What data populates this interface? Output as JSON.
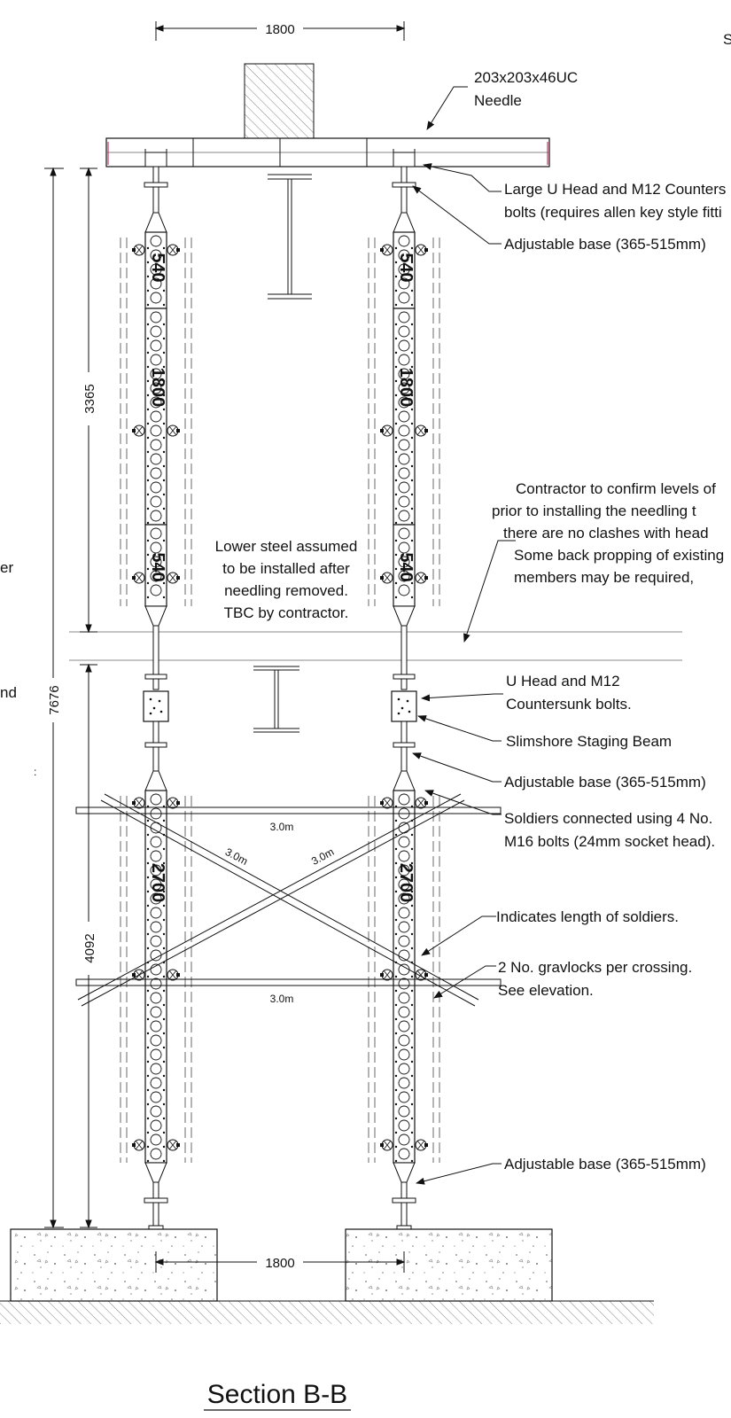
{
  "title": "Section B-B",
  "dimensions": {
    "top_span": "1800",
    "bottom_span": "1800",
    "overall_height": "7676",
    "upper_height": "3365",
    "lower_height": "4092"
  },
  "callouts": {
    "needle": [
      "203x203x46UC",
      "Needle"
    ],
    "large_u_head": [
      "Large U Head and M12 Counters",
      "bolts (requires allen key style fitti"
    ],
    "adjustable_base_top": "Adjustable base (365-515mm)",
    "contractor_note": [
      "Contractor to confirm levels of",
      "prior to installing the needling t",
      "there are no clashes with head",
      "Some back propping of existing",
      "members may be required,"
    ],
    "lower_steel_note": [
      "Lower steel assumed",
      "to be installed after",
      "needling removed.",
      "TBC by contractor."
    ],
    "u_head": [
      "U Head and M12",
      "Countersunk bolts."
    ],
    "staging_beam": "Slimshore Staging Beam",
    "adjustable_base_mid": "Adjustable base (365-515mm)",
    "soldiers_connected": [
      "Soldiers connected using 4 No.",
      "M16 bolts (24mm socket head)."
    ],
    "length_of_soldiers": "Indicates length of soldiers.",
    "gravlocks": [
      "2 No. gravlocks per crossing.",
      "See elevation."
    ],
    "adjustable_base_bottom": "Adjustable base (365-515mm)"
  },
  "soldier_lengths": {
    "top": "540",
    "middle": "1800",
    "lower_top": "540",
    "bottom": "2700"
  },
  "bracing": {
    "top_tube": "3.0m",
    "diag_left": "3.0m",
    "diag_right": "3.0m",
    "bottom_tube": "3.0m"
  },
  "edge_fragments": {
    "top_right": "S",
    "left_a": "er",
    "left_b": "nd",
    "left_c": ":"
  },
  "colors": {
    "line": "#111111",
    "beam_accent": "#c03a6b"
  }
}
